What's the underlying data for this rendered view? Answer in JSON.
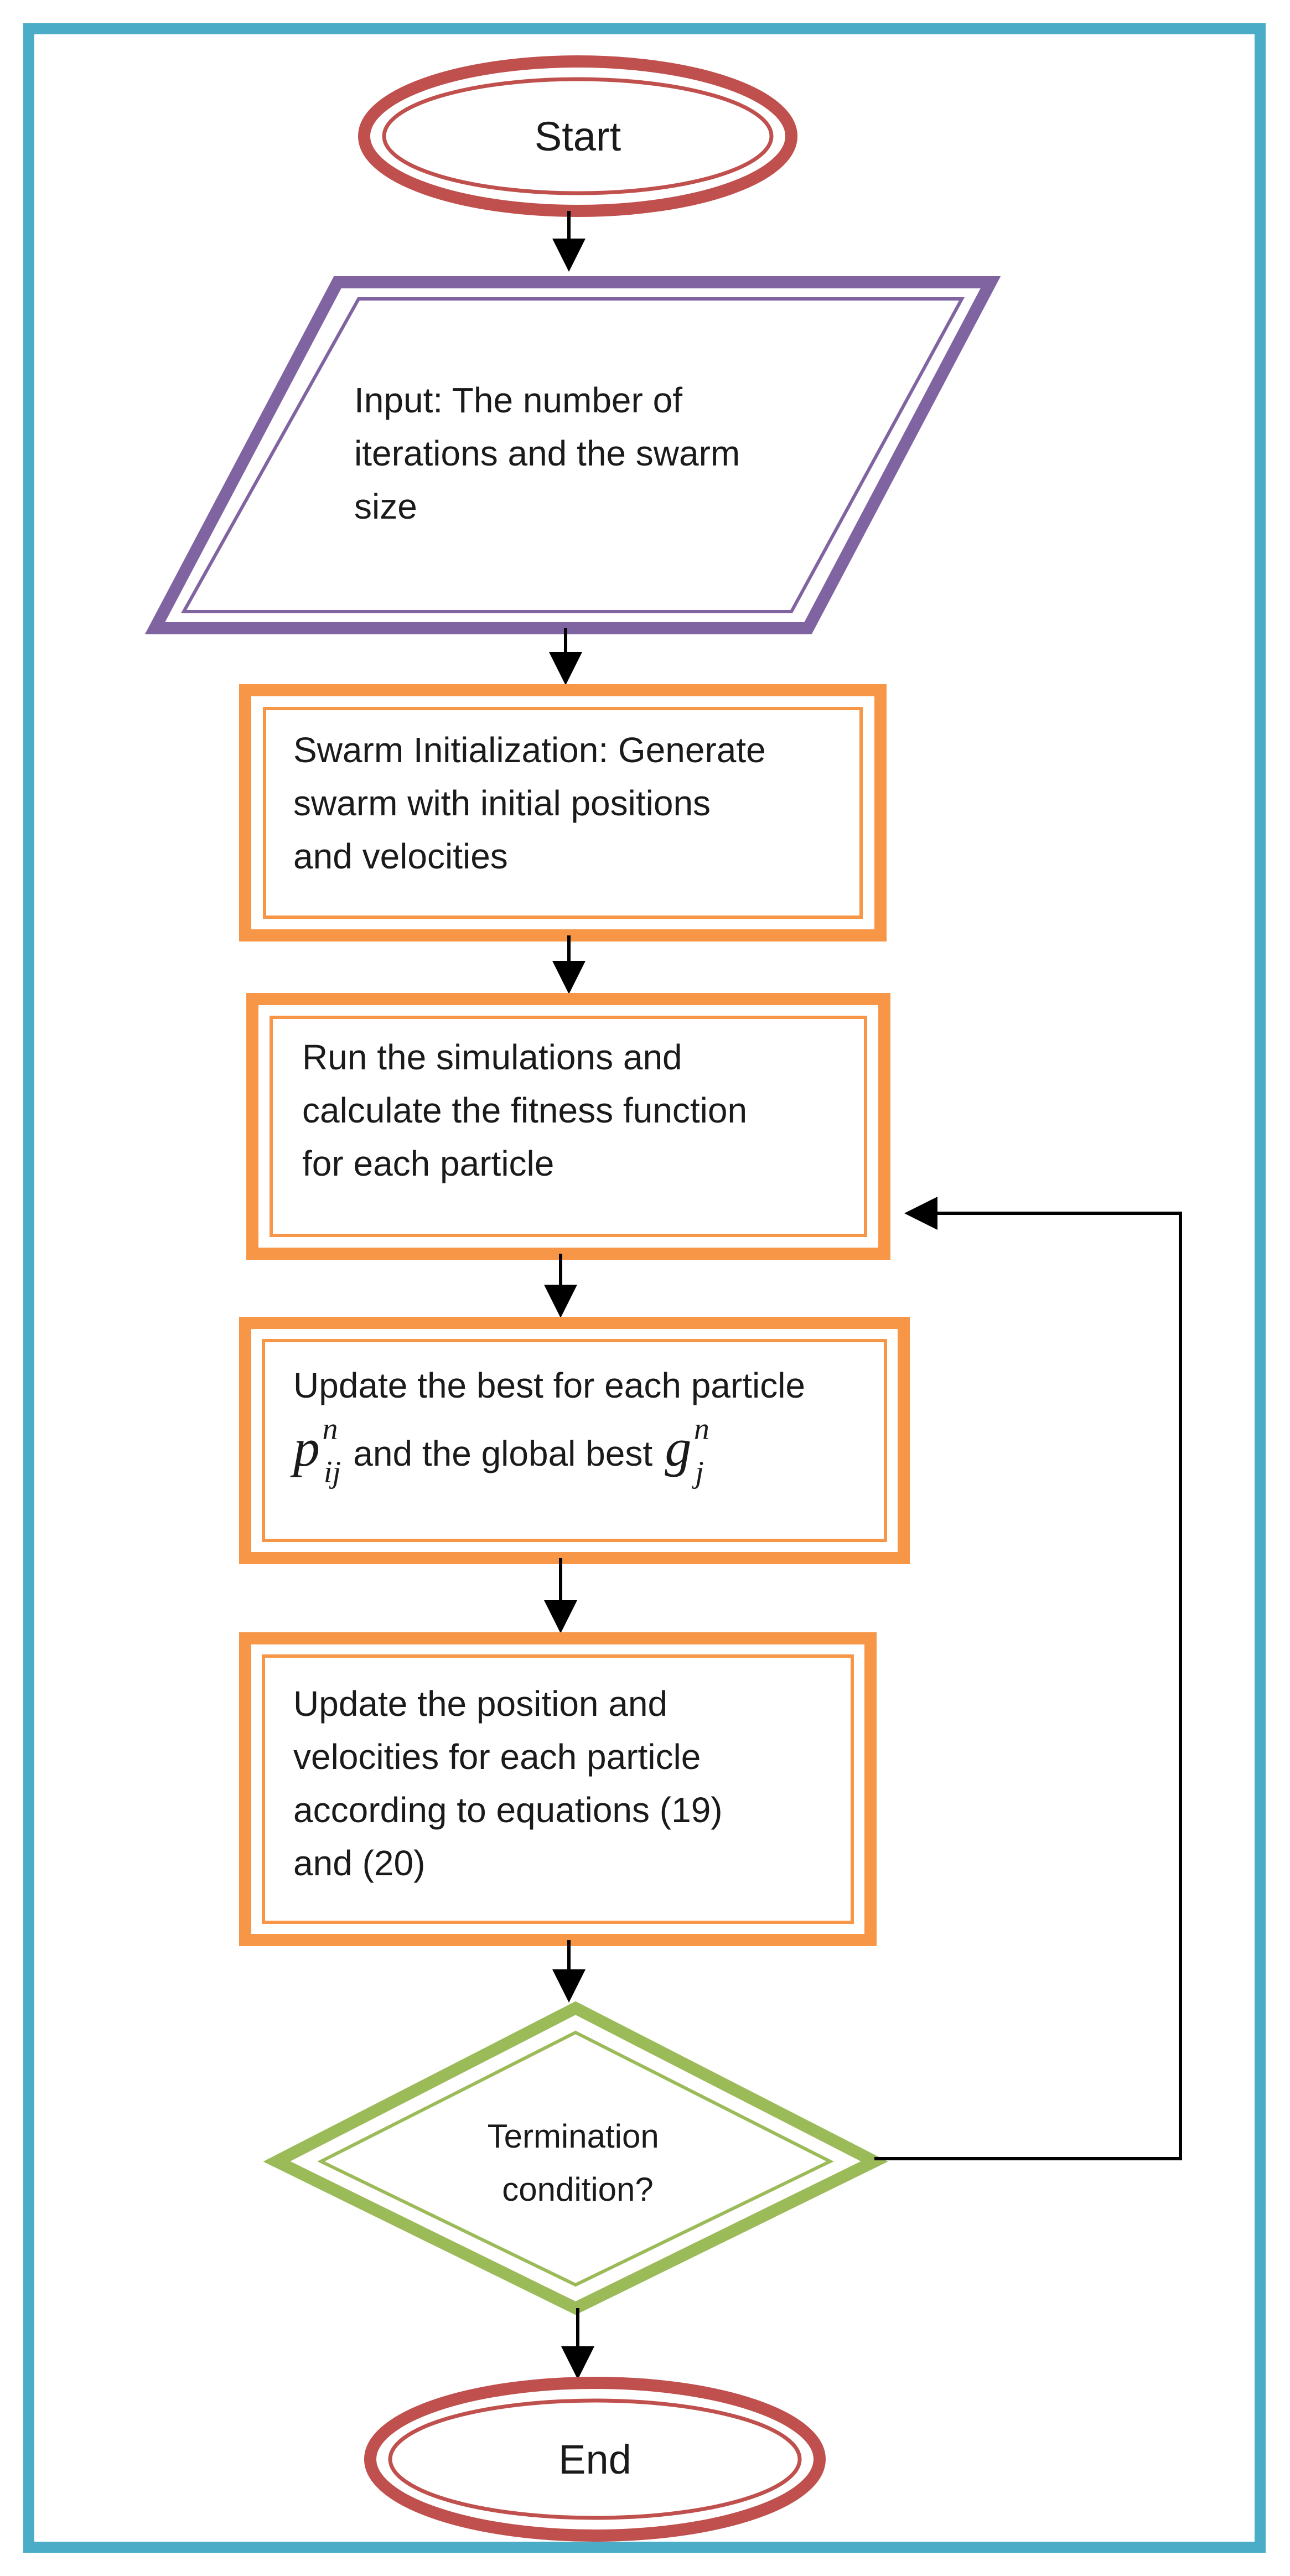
{
  "flowchart": {
    "start": {
      "label": "Start"
    },
    "input": {
      "lines": [
        "Input:  The number of",
        "iterations and the swarm",
        "size"
      ]
    },
    "init": {
      "lines": [
        "Swarm Initialization: Generate",
        "swarm with initial positions",
        "and velocities"
      ]
    },
    "simulate": {
      "lines": [
        "Run the simulations and",
        "calculate the fitness function",
        "for each particle"
      ]
    },
    "update_best": {
      "line1": "Update the best for each particle",
      "pbest_base": "p",
      "pbest_sup": "n",
      "pbest_sub": "ij",
      "mid_text": " and the global best ",
      "gbest_base": "g",
      "gbest_sup": "n",
      "gbest_sub": "j"
    },
    "update_pos": {
      "lines": [
        "Update the position and",
        "velocities for each particle",
        "according to equations (19)",
        "and (20)"
      ]
    },
    "decision": {
      "lines": [
        "Termination",
        "condition?"
      ]
    },
    "end": {
      "label": "End"
    }
  },
  "colors": {
    "frame": "#4aacc6",
    "terminal": "#c0504d",
    "input": "#8064a2",
    "process": "#f79646",
    "decision": "#9bbb59",
    "arrow": "#000000"
  }
}
